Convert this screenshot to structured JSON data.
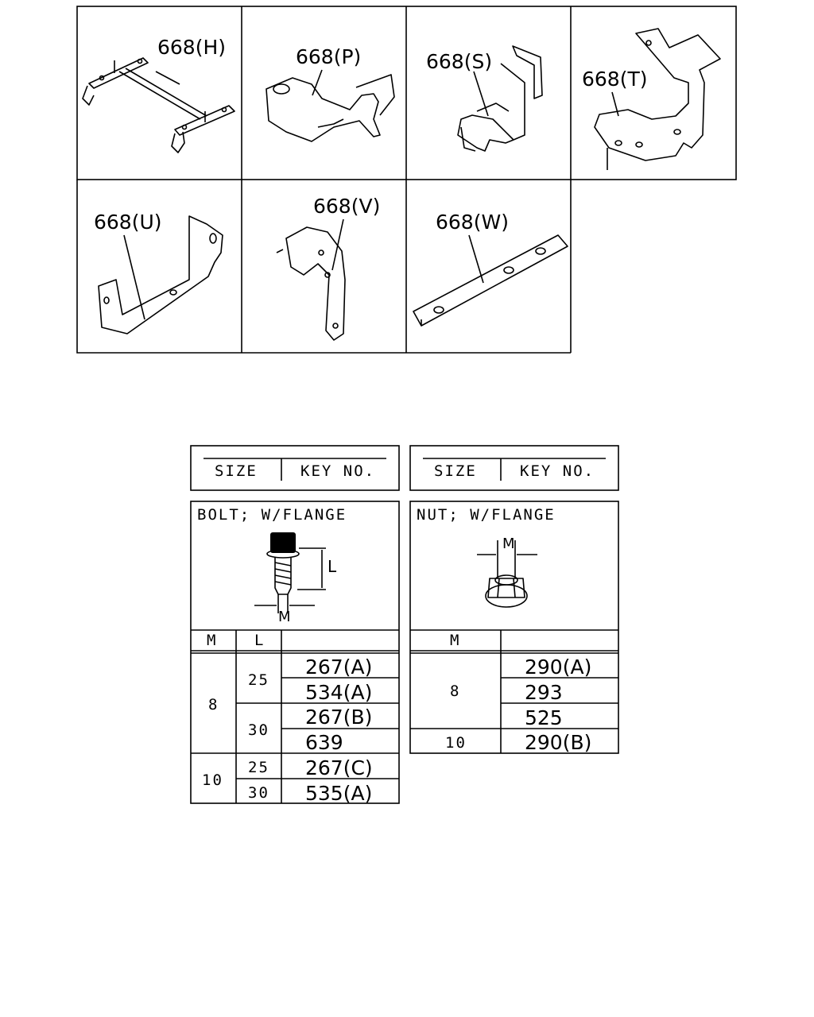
{
  "parts": [
    {
      "label": "668(H)"
    },
    {
      "label": "668(P)"
    },
    {
      "label": "668(S)"
    },
    {
      "label": "668(T)"
    },
    {
      "label": "668(U)"
    },
    {
      "label": "668(V)"
    },
    {
      "label": "668(W)"
    }
  ],
  "size_header": {
    "left": {
      "size": "SIZE",
      "key": "KEY NO."
    },
    "right": {
      "size": "SIZE",
      "key": "KEY NO."
    }
  },
  "bolt": {
    "title": "BOLT; W/FLANGE",
    "dim_l": "L",
    "dim_m": "M",
    "col_m": "M",
    "col_l": "L",
    "rows": [
      {
        "m": "8",
        "l": "25",
        "keys": [
          "267(A)",
          "534(A)"
        ]
      },
      {
        "m": "8",
        "l": "30",
        "keys": [
          "267(B)",
          "639"
        ]
      },
      {
        "m": "10",
        "l": "25",
        "keys": [
          "267(C)"
        ]
      },
      {
        "m": "10",
        "l": "30",
        "keys": [
          "535(A)"
        ]
      }
    ]
  },
  "nut": {
    "title": "NUT; W/FLANGE",
    "dim_m": "M",
    "col_m": "M",
    "rows": [
      {
        "m": "8",
        "keys": [
          "290(A)",
          "293",
          "525"
        ]
      },
      {
        "m": "10",
        "keys": [
          "290(B)"
        ]
      }
    ]
  }
}
